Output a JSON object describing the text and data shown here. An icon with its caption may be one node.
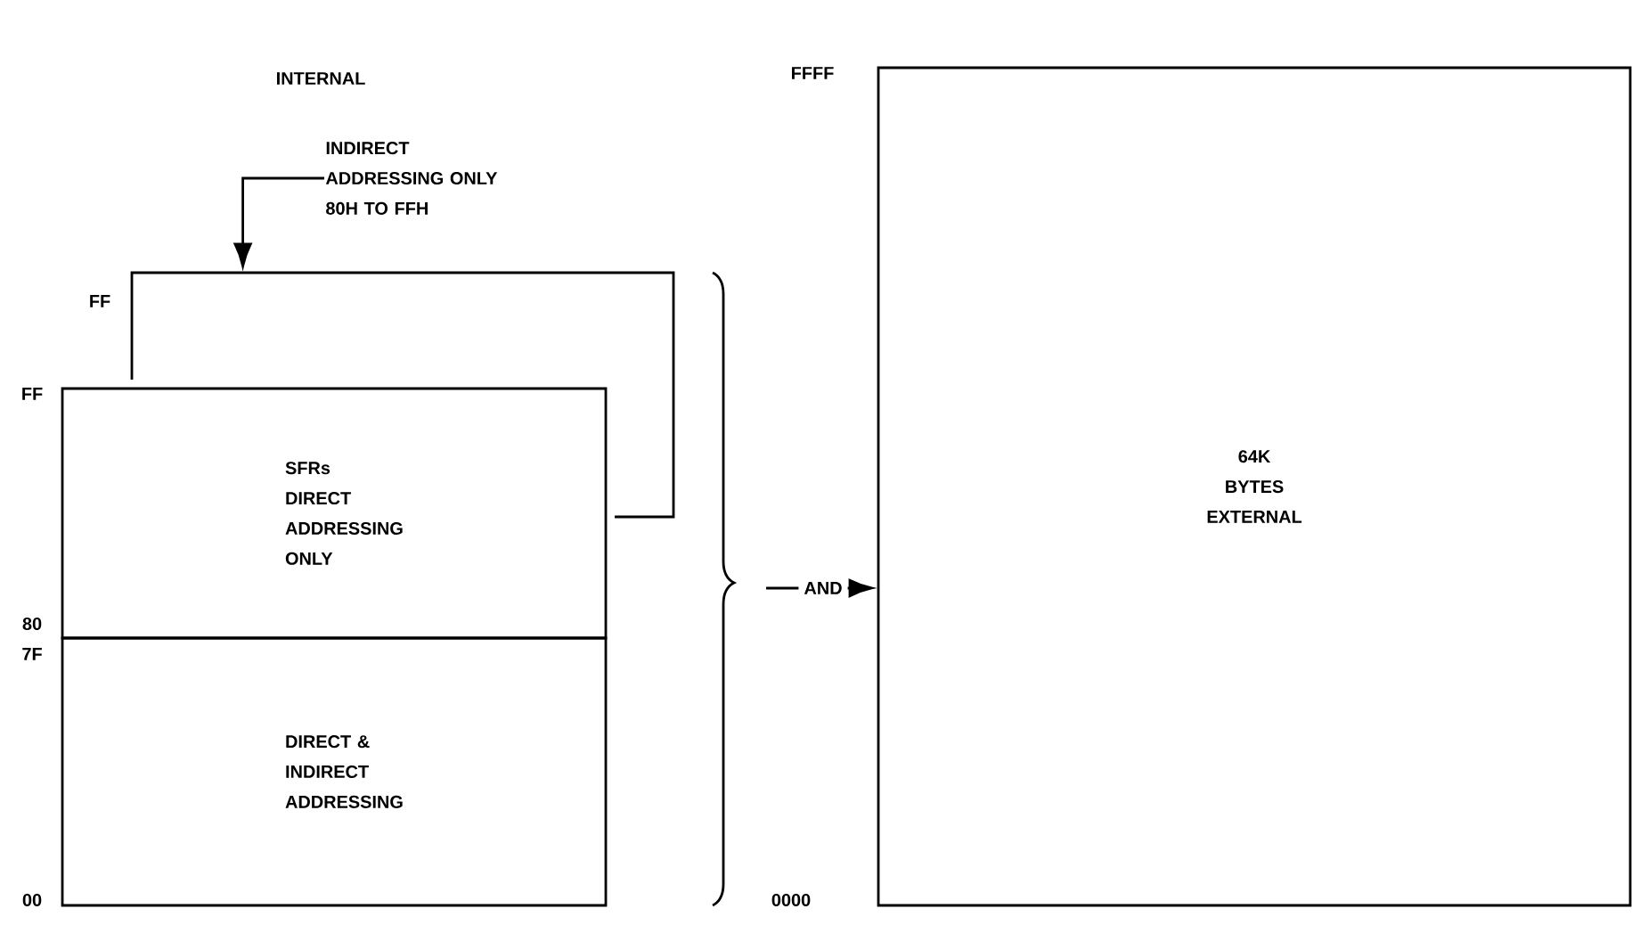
{
  "diagram": {
    "nodes": [
      {
        "text": [],
        "shape": "box"
      },
      {
        "text": [
          "SFRs DIRECT ADDRESSING ONLY"
        ]
      },
      {
        "text": [
          "DIRECT & INDIRECT ADDRESSING"
        ]
      },
      {
        "text": [
          "64K BYTES EXTERNAL"
        ]
      },
      {
        "text": [
          "INDIRECT ADDRESSING ONLY 80H TO FFH"
        ]
      }
    ],
    "edges": [
      {
        "from": 4,
        "to": 0,
        "arrow": "to"
      },
      {
        "from": null,
        "to": 3,
        "arrow": "to",
        "label": "AND"
      }
    ],
    "labels": [
      "INTERNAL",
      "FF",
      "FF",
      "80",
      "7F",
      "00",
      "FFFF",
      "0000"
    ]
  }
}
